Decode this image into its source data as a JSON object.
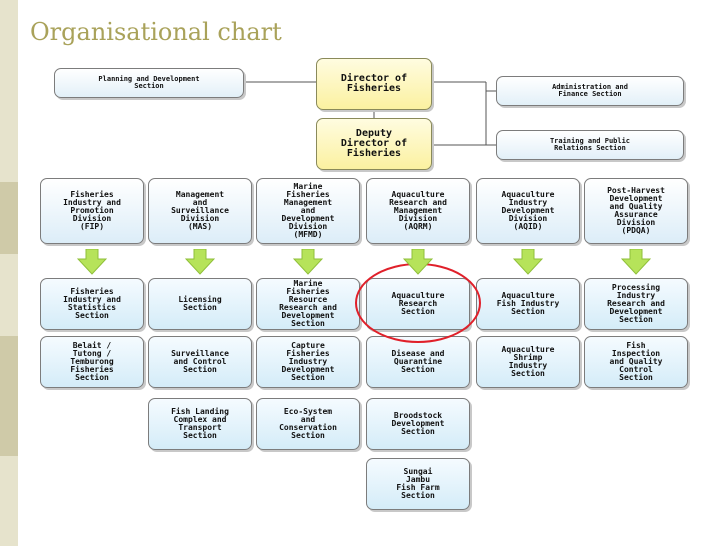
{
  "slide_title": "Organisational chart",
  "chart": {
    "director": "Director of\nFisheries",
    "deputy": "Deputy\nDirector of\nFisheries",
    "planning": "Planning and Development\nSection",
    "admin": "Administration and\nFinance Section",
    "training": "Training and Public\nRelations Section",
    "divisions": [
      "Fisheries\nIndustry and\nPromotion\nDivision\n(FIP)",
      "Management\nand\nSurveillance\nDivision\n(MAS)",
      "Marine\nFisheries\nManagement\nand\nDevelopment\nDivision\n(MFMD)",
      "Aquaculture\nResearch and\nManagement\nDivision\n(AQRM)",
      "Aquaculture\nIndustry\nDevelopment\nDivision\n(AQID)",
      "Post-Harvest\nDevelopment\nand Quality\nAssurance\nDivision\n(PDQA)"
    ],
    "sections": [
      [
        "Fisheries\nIndustry and\nStatistics\nSection",
        "Belait /\nTutong /\nTemburong\nFisheries\nSection"
      ],
      [
        "Licensing\nSection",
        "Surveillance\nand Control\nSection",
        "Fish Landing\nComplex and\nTransport\nSection"
      ],
      [
        "Marine\nFisheries\nResource\nResearch and\nDevelopment\nSection",
        "Capture\nFisheries\nIndustry\nDevelopment\nSection",
        "Eco-System\nand\nConservation\nSection"
      ],
      [
        "Aquaculture\nResearch\nSection",
        "Disease and\nQuarantine\nSection",
        "Broodstock\nDevelopment\nSection",
        "Sungai\nJambu\nFish Farm\nSection"
      ],
      [
        "Aquaculture\nFish Industry\nSection",
        "Aquaculture\nShrimp\nIndustry\nSection"
      ],
      [
        "Processing\nIndustry\nResearch and\nDevelopment\nSection",
        "Fish\nInspection\nand Quality\nControl\nSection"
      ]
    ]
  },
  "colors": {
    "title": "#a9a25a",
    "director_fill": "#fbf1a0",
    "box_fill": "#dcedf8",
    "arrow": "#b6e35a",
    "highlight": "#e0202a"
  }
}
